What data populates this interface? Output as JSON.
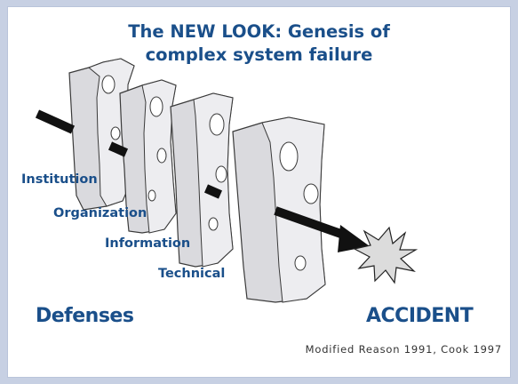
{
  "title": {
    "line1": "The NEW LOOK: Genesis of",
    "line2": "complex system failure"
  },
  "layers": [
    "Institution",
    "Organization",
    "Information",
    "Technical"
  ],
  "labels": {
    "defenses": "Defenses",
    "accident": "ACCIDENT"
  },
  "citation": "Modified Reason 1991, Cook 1997",
  "colors": {
    "text": "#1a4f8a",
    "background": "#c7d0e3",
    "slide": "#ffffff",
    "cheese": "#e9e9ec",
    "arrow": "#111111",
    "burst": "#dcdcdc"
  },
  "icons": [
    "swiss-cheese-slice",
    "trajectory-arrow",
    "accident-burst"
  ]
}
